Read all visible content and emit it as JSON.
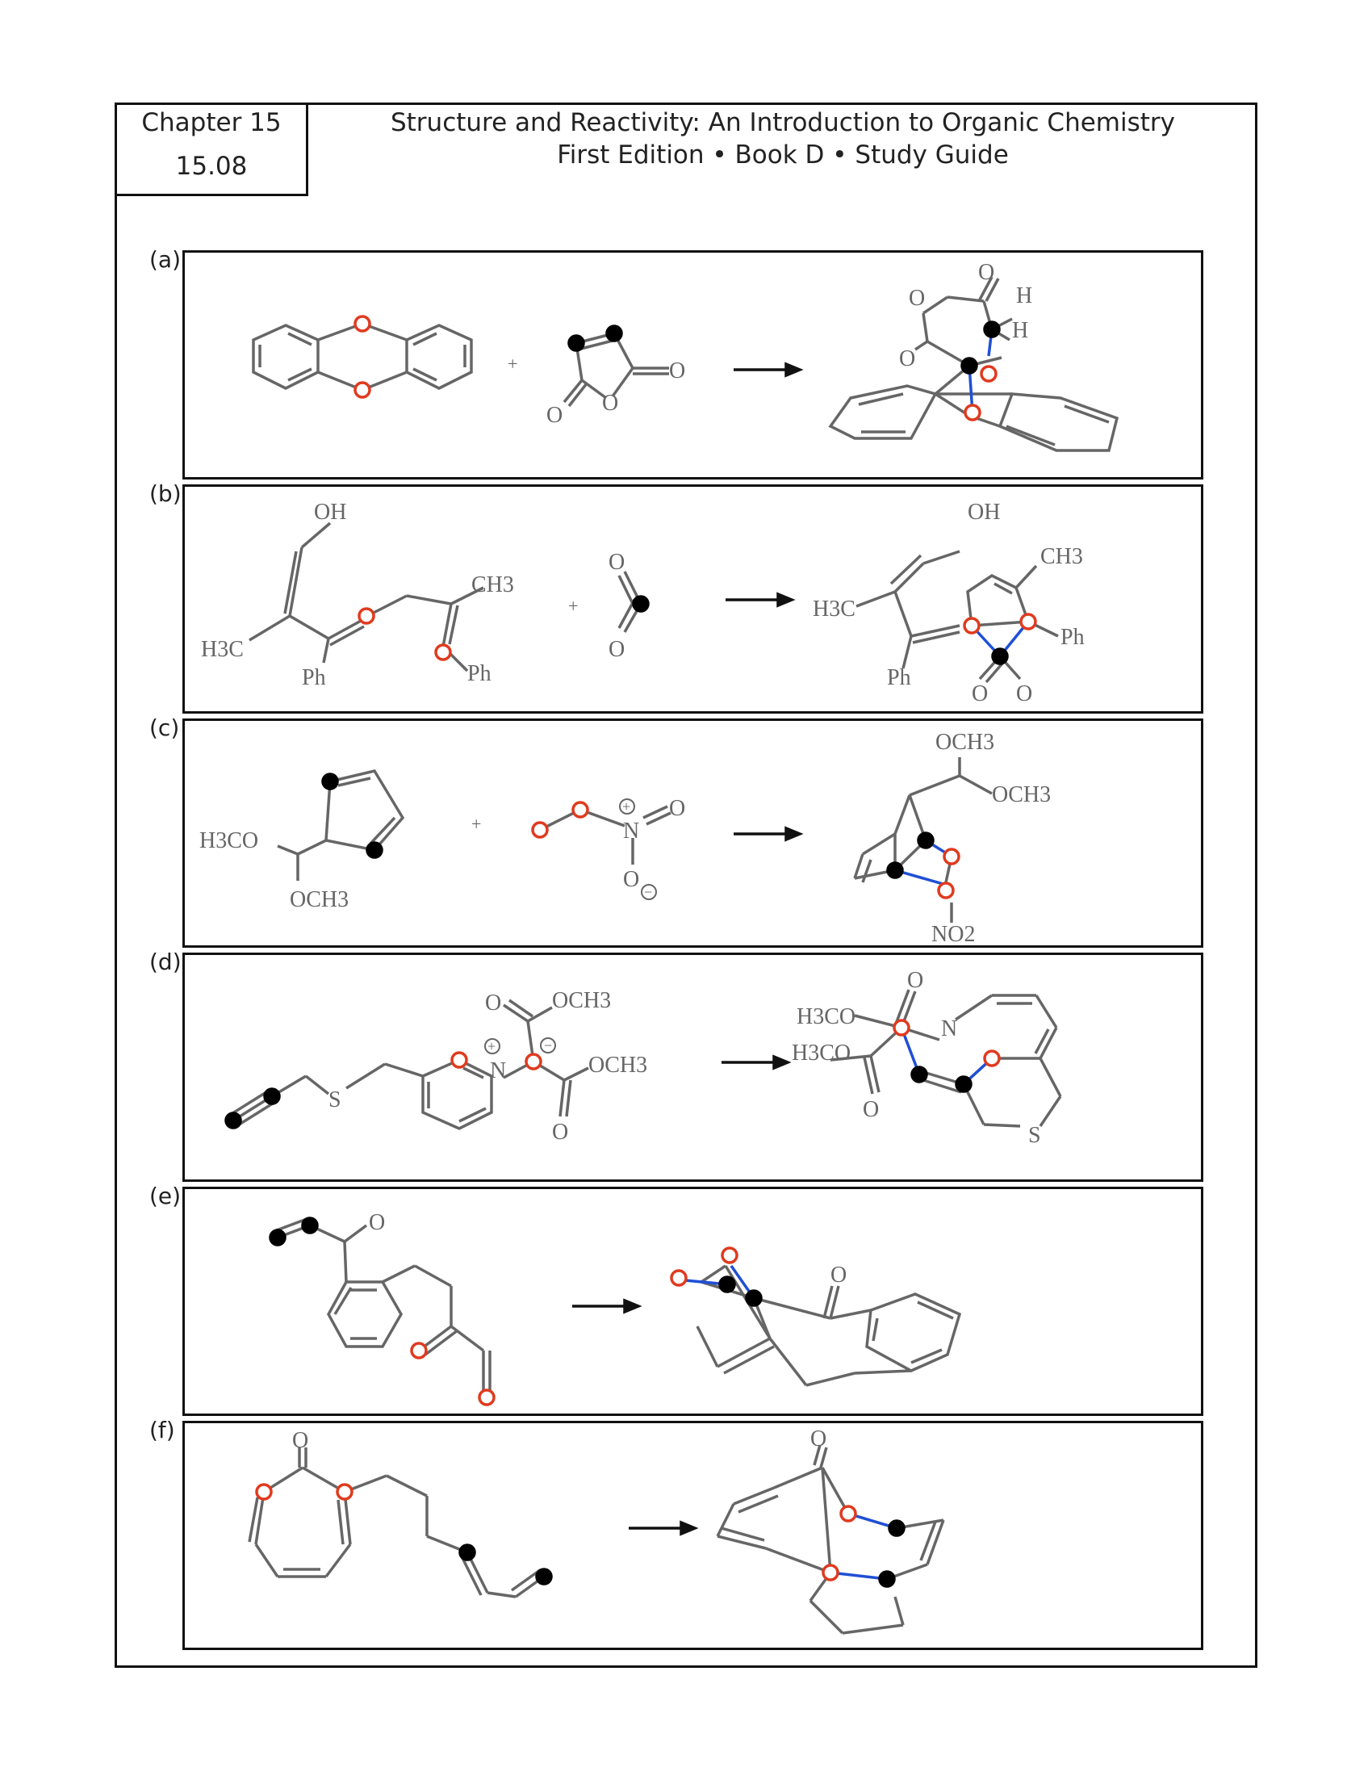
{
  "header": {
    "chapter": "Chapter 15",
    "section": "15.08",
    "title_line1": "Structure and Reactivity: An Introduction to Organic Chemistry",
    "title_line2": "First Edition • Book D • Study Guide"
  },
  "panels": [
    {
      "label": "(a)",
      "labels": {
        "plus": "+",
        "o_anhydride_1": "O",
        "o_anhydride_2": "O",
        "o_anhydride_3": "O",
        "o_prod_1": "O",
        "o_prod_2": "O",
        "o_prod_3": "O",
        "h1": "H",
        "h2": "H"
      }
    },
    {
      "label": "(b)",
      "labels": {
        "oh_left": "OH",
        "ch3_left": "CH3",
        "h3c_left": "H3C",
        "ph_left_1": "Ph",
        "ph_left_2": "Ph",
        "plus": "+",
        "so2_o1": "O",
        "so2_o2": "O",
        "oh_right": "OH",
        "ch3_right": "CH3",
        "h3c_right": "H3C",
        "ph_right_1": "Ph",
        "ph_right_2": "Ph",
        "o_prod_1": "O",
        "o_prod_2": "O"
      }
    },
    {
      "label": "(c)",
      "labels": {
        "h3co": "H3CO",
        "och3": "OCH3",
        "plus": "+",
        "n": "N",
        "o_top": "O",
        "o_bottom": "O",
        "plus_charge": "+",
        "minus_charge": "−",
        "och3_prod_1": "OCH3",
        "och3_prod_2": "OCH3",
        "no2": "NO2"
      }
    },
    {
      "label": "(d)",
      "labels": {
        "s_left": "S",
        "n_left": "N",
        "plus_charge": "+",
        "minus_charge": "−",
        "o_top": "O",
        "och3_top": "OCH3",
        "och3_right": "OCH3",
        "o_bottom": "O",
        "h3co_1": "H3CO",
        "h3co_2": "H3CO",
        "o_prod_top": "O",
        "o_prod_bottom": "O",
        "n_right": "N",
        "s_right": "S"
      }
    },
    {
      "label": "(e)",
      "labels": {
        "o_ketone": "O",
        "o_prod": "O"
      }
    },
    {
      "label": "(f)",
      "labels": {
        "o_left": "O",
        "o_right": "O"
      }
    }
  ]
}
